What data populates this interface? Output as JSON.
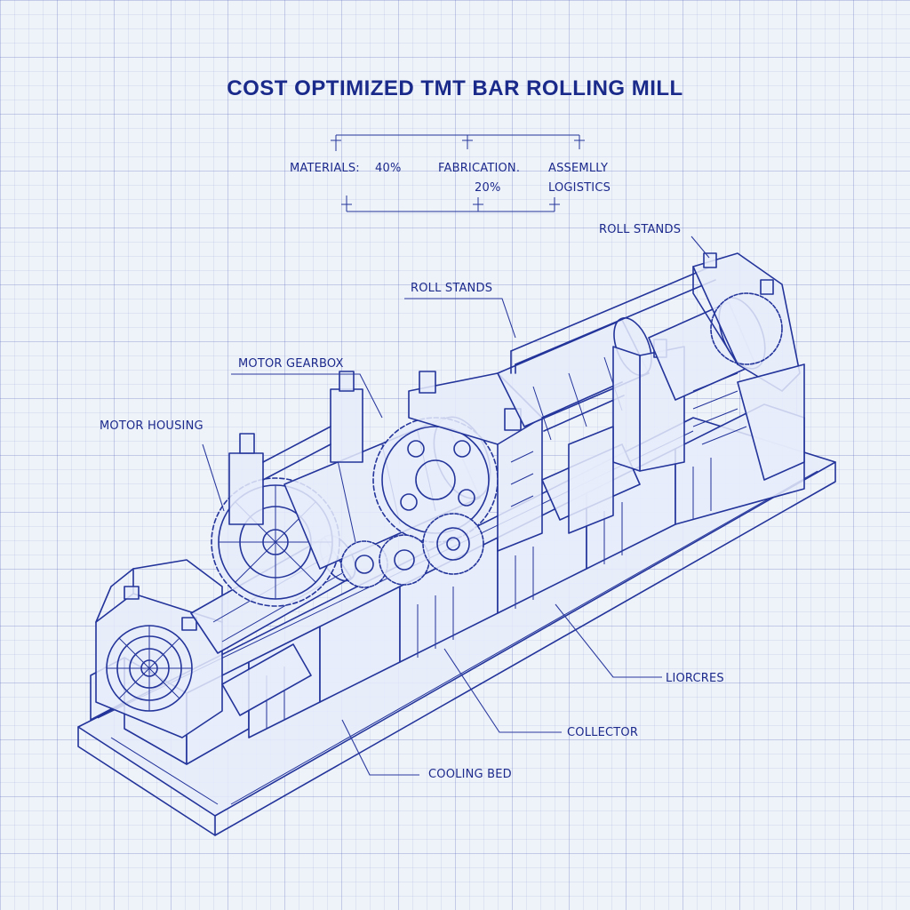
{
  "title": "COST OPTIMIZED TMT BAR ROLLING MILL",
  "cost_breakdown": {
    "materials_label": "MATERIALS:",
    "materials_value": "40%",
    "fabrication_label": "FABRICATION.",
    "fabrication_value": "20%",
    "assembly_label": "ASSEMLLY",
    "logistics_label": "LOGISTICS"
  },
  "callouts": {
    "roll_stands_top": "ROLL STANDS",
    "roll_stands_mid": "ROLL STANDS",
    "motor_gearbox": "MOTOR GEARBOX",
    "motor_housing": "MOTOR HOUSING",
    "liorcres": "LIORCRES",
    "collector": "COLLECTOR",
    "cooling_bed": "COOLING BED"
  },
  "colors": {
    "ink": "#23349a",
    "paper": "#eef2f9",
    "grid": "#8a9bd0"
  }
}
